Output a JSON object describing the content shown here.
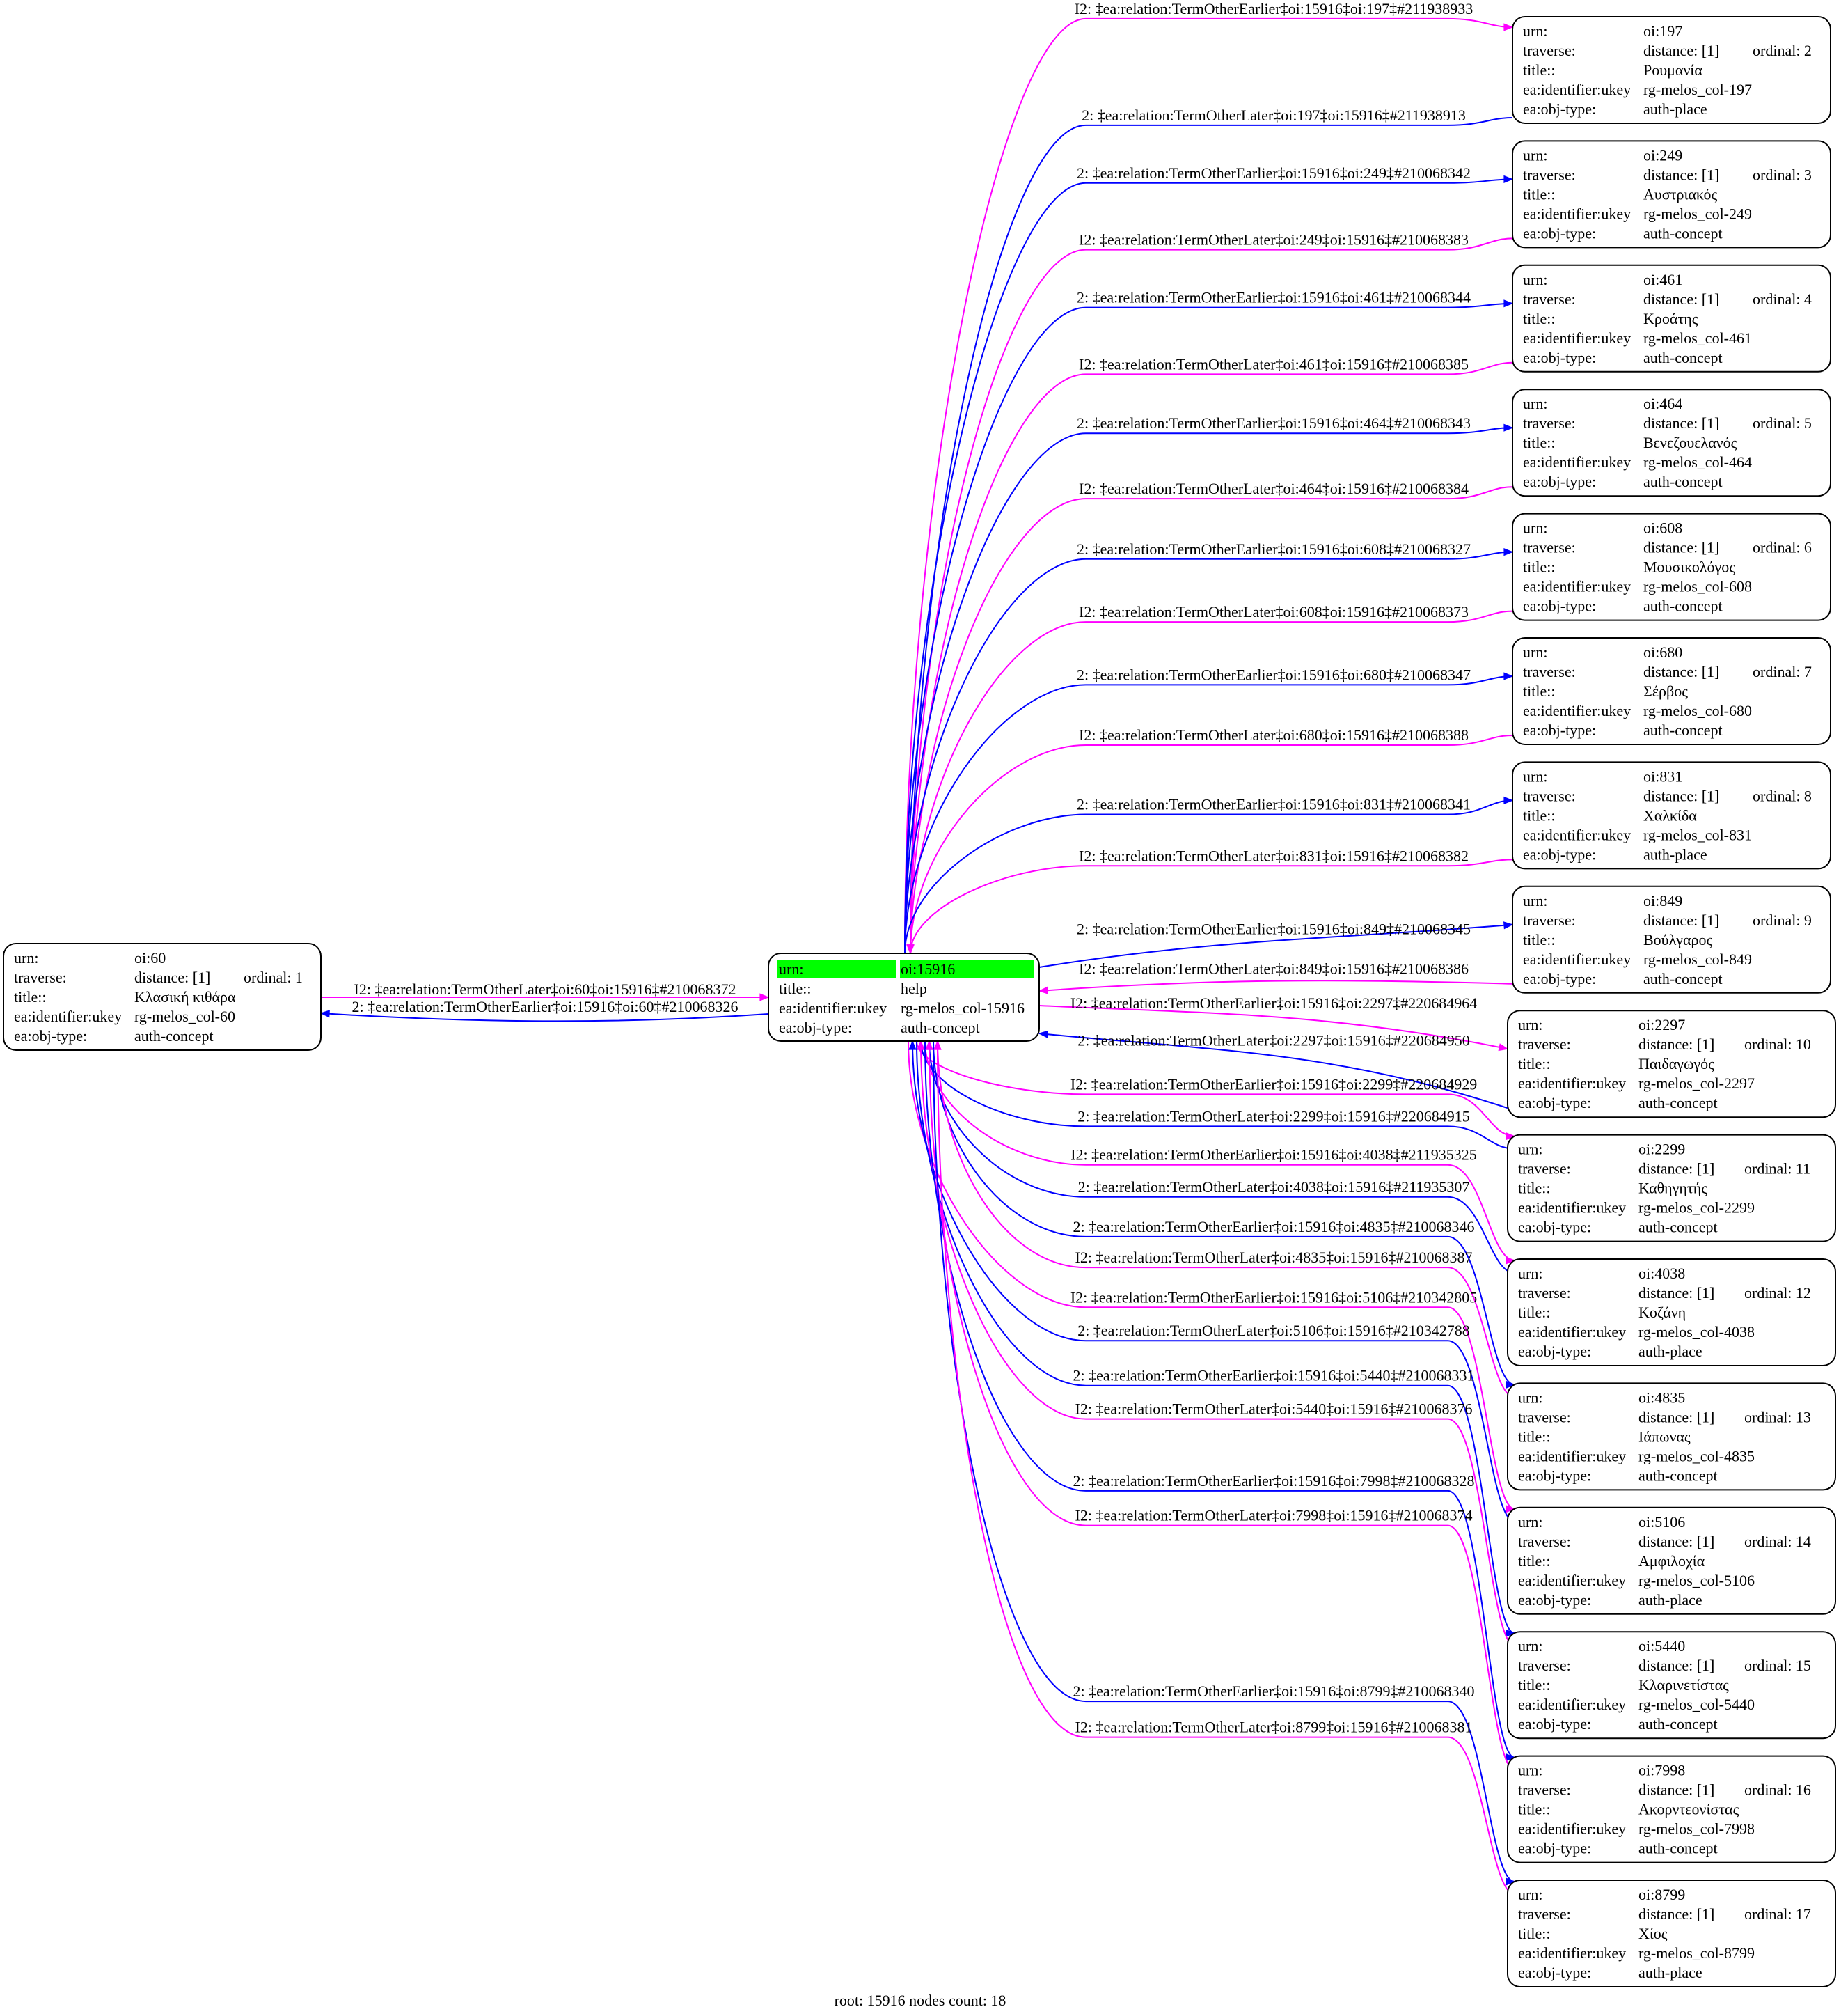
{
  "colors": {
    "blue": "#0000ff",
    "magenta": "#ff00ff",
    "highlight": "#00ff00"
  },
  "field_labels": {
    "urn": "urn:",
    "traverse": "traverse:",
    "title": "title::",
    "ukey": "ea:identifier:ukey",
    "objtype": "ea:obj-type:"
  },
  "root": {
    "urn": "oi:15916",
    "title": "help",
    "ukey": "rg-melos_col-15916",
    "objtype": "auth-concept"
  },
  "left_node": {
    "urn": "oi:60",
    "distance": "distance: [1]",
    "ordinal": "ordinal: 1",
    "title": "Κλασική κιθάρα",
    "ukey": "rg-melos_col-60",
    "objtype": "auth-concept",
    "edges": [
      {
        "label": "I2: ‡ea:relation:TermOtherLater‡oi:60‡oi:15916‡#210068372",
        "color": "magenta",
        "to": "root"
      },
      {
        "label": "2: ‡ea:relation:TermOtherEarlier‡oi:15916‡oi:60‡#210068326",
        "color": "blue",
        "to": "node"
      }
    ]
  },
  "nodes": [
    {
      "urn": "oi:197",
      "distance": "distance: [1]",
      "ordinal": "ordinal: 2",
      "title": "Ρουμανία",
      "ukey": "rg-melos_col-197",
      "objtype": "auth-place",
      "edges": [
        {
          "label": "I2: ‡ea:relation:TermOtherEarlier‡oi:15916‡oi:197‡#211938933",
          "color": "magenta",
          "to": "node"
        },
        {
          "label": "2: ‡ea:relation:TermOtherLater‡oi:197‡oi:15916‡#211938913",
          "color": "blue",
          "to": "root"
        }
      ]
    },
    {
      "urn": "oi:249",
      "distance": "distance: [1]",
      "ordinal": "ordinal: 3",
      "title": "Αυστριακός",
      "ukey": "rg-melos_col-249",
      "objtype": "auth-concept",
      "edges": [
        {
          "label": "2: ‡ea:relation:TermOtherEarlier‡oi:15916‡oi:249‡#210068342",
          "color": "blue",
          "to": "node"
        },
        {
          "label": "I2: ‡ea:relation:TermOtherLater‡oi:249‡oi:15916‡#210068383",
          "color": "magenta",
          "to": "root"
        }
      ]
    },
    {
      "urn": "oi:461",
      "distance": "distance: [1]",
      "ordinal": "ordinal: 4",
      "title": "Κροάτης",
      "ukey": "rg-melos_col-461",
      "objtype": "auth-concept",
      "edges": [
        {
          "label": "2: ‡ea:relation:TermOtherEarlier‡oi:15916‡oi:461‡#210068344",
          "color": "blue",
          "to": "node"
        },
        {
          "label": "I2: ‡ea:relation:TermOtherLater‡oi:461‡oi:15916‡#210068385",
          "color": "magenta",
          "to": "root"
        }
      ]
    },
    {
      "urn": "oi:464",
      "distance": "distance: [1]",
      "ordinal": "ordinal: 5",
      "title": "Βενεζουελανός",
      "ukey": "rg-melos_col-464",
      "objtype": "auth-concept",
      "edges": [
        {
          "label": "2: ‡ea:relation:TermOtherEarlier‡oi:15916‡oi:464‡#210068343",
          "color": "blue",
          "to": "node"
        },
        {
          "label": "I2: ‡ea:relation:TermOtherLater‡oi:464‡oi:15916‡#210068384",
          "color": "magenta",
          "to": "root"
        }
      ]
    },
    {
      "urn": "oi:608",
      "distance": "distance: [1]",
      "ordinal": "ordinal: 6",
      "title": "Μουσικολόγος",
      "ukey": "rg-melos_col-608",
      "objtype": "auth-concept",
      "edges": [
        {
          "label": "2: ‡ea:relation:TermOtherEarlier‡oi:15916‡oi:608‡#210068327",
          "color": "blue",
          "to": "node"
        },
        {
          "label": "I2: ‡ea:relation:TermOtherLater‡oi:608‡oi:15916‡#210068373",
          "color": "magenta",
          "to": "root"
        }
      ]
    },
    {
      "urn": "oi:680",
      "distance": "distance: [1]",
      "ordinal": "ordinal: 7",
      "title": "Σέρβος",
      "ukey": "rg-melos_col-680",
      "objtype": "auth-concept",
      "edges": [
        {
          "label": "2: ‡ea:relation:TermOtherEarlier‡oi:15916‡oi:680‡#210068347",
          "color": "blue",
          "to": "node"
        },
        {
          "label": "I2: ‡ea:relation:TermOtherLater‡oi:680‡oi:15916‡#210068388",
          "color": "magenta",
          "to": "root"
        }
      ]
    },
    {
      "urn": "oi:831",
      "distance": "distance: [1]",
      "ordinal": "ordinal: 8",
      "title": "Χαλκίδα",
      "ukey": "rg-melos_col-831",
      "objtype": "auth-place",
      "edges": [
        {
          "label": "2: ‡ea:relation:TermOtherEarlier‡oi:15916‡oi:831‡#210068341",
          "color": "blue",
          "to": "node"
        },
        {
          "label": "I2: ‡ea:relation:TermOtherLater‡oi:831‡oi:15916‡#210068382",
          "color": "magenta",
          "to": "root"
        }
      ]
    },
    {
      "urn": "oi:849",
      "distance": "distance: [1]",
      "ordinal": "ordinal: 9",
      "title": "Βούλγαρος",
      "ukey": "rg-melos_col-849",
      "objtype": "auth-concept",
      "edges": [
        {
          "label": "2: ‡ea:relation:TermOtherEarlier‡oi:15916‡oi:849‡#210068345",
          "color": "blue",
          "to": "node"
        },
        {
          "label": "I2: ‡ea:relation:TermOtherLater‡oi:849‡oi:15916‡#210068386",
          "color": "magenta",
          "to": "root"
        }
      ]
    },
    {
      "urn": "oi:2297",
      "distance": "distance: [1]",
      "ordinal": "ordinal: 10",
      "title": "Παιδαγωγός",
      "ukey": "rg-melos_col-2297",
      "objtype": "auth-concept",
      "edges": [
        {
          "label": "I2: ‡ea:relation:TermOtherEarlier‡oi:15916‡oi:2297‡#220684964",
          "color": "magenta",
          "to": "node"
        },
        {
          "label": "2: ‡ea:relation:TermOtherLater‡oi:2297‡oi:15916‡#220684950",
          "color": "blue",
          "to": "root"
        }
      ]
    },
    {
      "urn": "oi:2299",
      "distance": "distance: [1]",
      "ordinal": "ordinal: 11",
      "title": "Καθηγητής",
      "ukey": "rg-melos_col-2299",
      "objtype": "auth-concept",
      "edges": [
        {
          "label": "I2: ‡ea:relation:TermOtherEarlier‡oi:15916‡oi:2299‡#220684929",
          "color": "magenta",
          "to": "node"
        },
        {
          "label": "2: ‡ea:relation:TermOtherLater‡oi:2299‡oi:15916‡#220684915",
          "color": "blue",
          "to": "root"
        }
      ]
    },
    {
      "urn": "oi:4038",
      "distance": "distance: [1]",
      "ordinal": "ordinal: 12",
      "title": "Κοζάνη",
      "ukey": "rg-melos_col-4038",
      "objtype": "auth-place",
      "edges": [
        {
          "label": "I2: ‡ea:relation:TermOtherEarlier‡oi:15916‡oi:4038‡#211935325",
          "color": "magenta",
          "to": "node"
        },
        {
          "label": "2: ‡ea:relation:TermOtherLater‡oi:4038‡oi:15916‡#211935307",
          "color": "blue",
          "to": "root"
        }
      ]
    },
    {
      "urn": "oi:4835",
      "distance": "distance: [1]",
      "ordinal": "ordinal: 13",
      "title": "Ιάπωνας",
      "ukey": "rg-melos_col-4835",
      "objtype": "auth-concept",
      "edges": [
        {
          "label": "2: ‡ea:relation:TermOtherEarlier‡oi:15916‡oi:4835‡#210068346",
          "color": "blue",
          "to": "node"
        },
        {
          "label": "I2: ‡ea:relation:TermOtherLater‡oi:4835‡oi:15916‡#210068387",
          "color": "magenta",
          "to": "root"
        }
      ]
    },
    {
      "urn": "oi:5106",
      "distance": "distance: [1]",
      "ordinal": "ordinal: 14",
      "title": "Αμφιλοχία",
      "ukey": "rg-melos_col-5106",
      "objtype": "auth-place",
      "edges": [
        {
          "label": "I2: ‡ea:relation:TermOtherEarlier‡oi:15916‡oi:5106‡#210342805",
          "color": "magenta",
          "to": "node"
        },
        {
          "label": "2: ‡ea:relation:TermOtherLater‡oi:5106‡oi:15916‡#210342788",
          "color": "blue",
          "to": "root"
        }
      ]
    },
    {
      "urn": "oi:5440",
      "distance": "distance: [1]",
      "ordinal": "ordinal: 15",
      "title": "Κλαρινετίστας",
      "ukey": "rg-melos_col-5440",
      "objtype": "auth-concept",
      "edges": [
        {
          "label": "2: ‡ea:relation:TermOtherEarlier‡oi:15916‡oi:5440‡#210068331",
          "color": "blue",
          "to": "node"
        },
        {
          "label": "I2: ‡ea:relation:TermOtherLater‡oi:5440‡oi:15916‡#210068376",
          "color": "magenta",
          "to": "root"
        }
      ]
    },
    {
      "urn": "oi:7998",
      "distance": "distance: [1]",
      "ordinal": "ordinal: 16",
      "title": "Ακορντεονίστας",
      "ukey": "rg-melos_col-7998",
      "objtype": "auth-concept",
      "edges": [
        {
          "label": "2: ‡ea:relation:TermOtherEarlier‡oi:15916‡oi:7998‡#210068328",
          "color": "blue",
          "to": "node"
        },
        {
          "label": "I2: ‡ea:relation:TermOtherLater‡oi:7998‡oi:15916‡#210068374",
          "color": "magenta",
          "to": "root"
        }
      ]
    },
    {
      "urn": "oi:8799",
      "distance": "distance: [1]",
      "ordinal": "ordinal: 17",
      "title": "Χίος",
      "ukey": "rg-melos_col-8799",
      "objtype": "auth-place",
      "edges": [
        {
          "label": "2: ‡ea:relation:TermOtherEarlier‡oi:15916‡oi:8799‡#210068340",
          "color": "blue",
          "to": "node"
        },
        {
          "label": "I2: ‡ea:relation:TermOtherLater‡oi:8799‡oi:15916‡#210068381",
          "color": "magenta",
          "to": "root"
        }
      ]
    }
  ],
  "footer": "root: 15916 nodes count: 18"
}
